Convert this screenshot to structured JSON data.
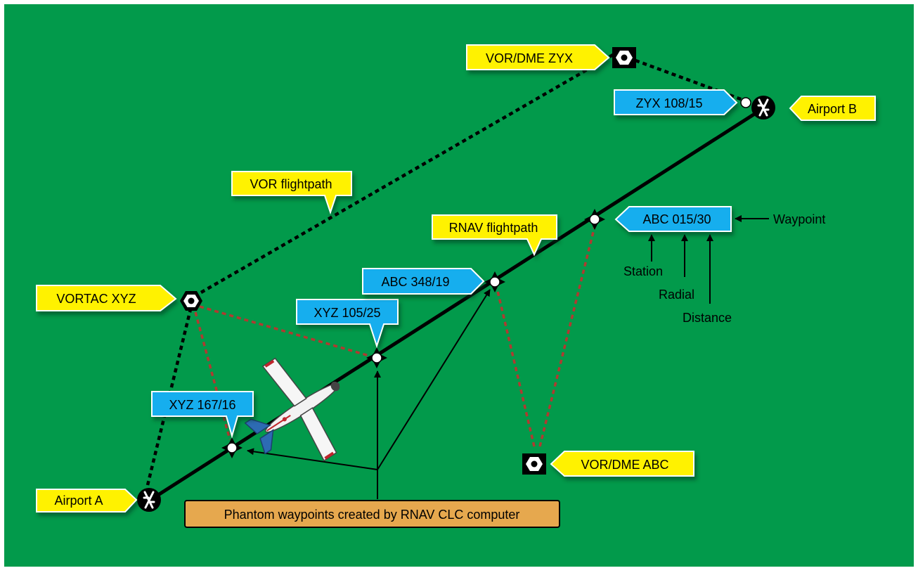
{
  "colors": {
    "background": "#029a4b",
    "yellow_callout": "#fff200",
    "blue_callout": "#14aeee",
    "orange_box": "#e6a84e",
    "red_dashed": "#b03a30",
    "line": "#000000"
  },
  "airports": {
    "a_label": "Airport A",
    "b_label": "Airport B"
  },
  "stations": {
    "vortac_xyz_label": "VORTAC XYZ",
    "vordme_zyx_label": "VOR/DME ZYX",
    "vordme_abc_label": "VOR/DME ABC"
  },
  "flightpaths": {
    "vor_label": "VOR flightpath",
    "rnav_label": "RNAV flightpath"
  },
  "waypoints": {
    "xyz_167_16": "XYZ 167/16",
    "xyz_105_25": "XYZ 105/25",
    "abc_348_19": "ABC 348/19",
    "abc_015_30": "ABC 015/30",
    "zyx_108_15": "ZYX 108/15"
  },
  "legend": {
    "waypoint": "Waypoint",
    "station": "Station",
    "radial": "Radial",
    "distance": "Distance"
  },
  "phantom_note": "Phantom waypoints created by RNAV CLC computer"
}
